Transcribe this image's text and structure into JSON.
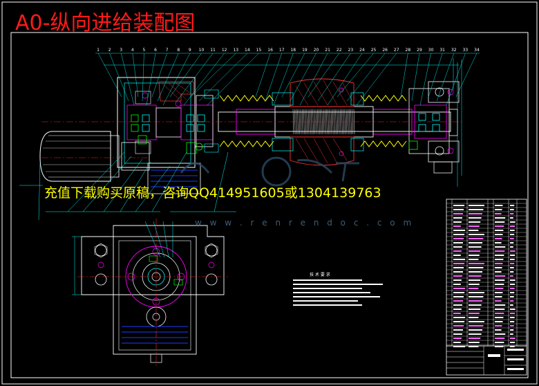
{
  "sheet_title": "A0-纵向进给装配图",
  "watermark_text": "充值下载购买原稿，咨询QQ414951605或1304139763",
  "watermark_url": "w w w . r e n r e n d o c . c o m",
  "tech_requirements_title": "技 术 要 求",
  "part_numbers_top": [
    "1",
    "2",
    "3",
    "4",
    "5",
    "6",
    "7",
    "8",
    "9",
    "10",
    "11",
    "12",
    "13",
    "14",
    "15",
    "16",
    "17",
    "18",
    "19",
    "20",
    "21",
    "22",
    "23",
    "24",
    "25",
    "26",
    "27",
    "28",
    "29",
    "30",
    "31",
    "32",
    "33",
    "34"
  ],
  "colors": {
    "background": "#000000",
    "border": "#ffffff",
    "outline_cyan": "#00ffff",
    "part_magenta": "#ff00ff",
    "hatch_red": "#ff3333",
    "centerline": "#ff2020",
    "spring_yellow": "#ffff00",
    "title_red": "#ff1a1a",
    "watermark_yellow": "#ffff00",
    "oil_blue": "#1a3cff",
    "green": "#00ff00"
  }
}
